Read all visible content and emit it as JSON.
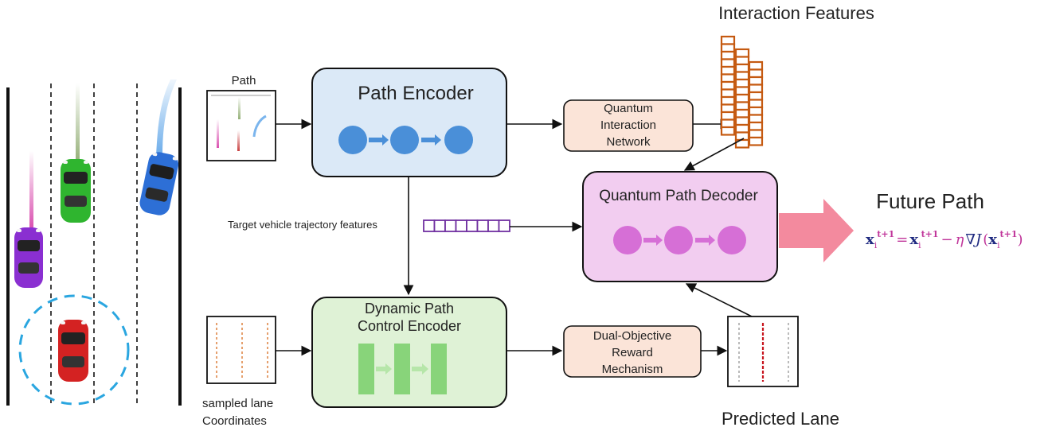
{
  "labels": {
    "interaction_features": "Interaction Features",
    "path": "Path",
    "path_encoder": "Path Encoder",
    "quantum_interaction_network": [
      "Quantum",
      "Interaction",
      "Network"
    ],
    "quantum_path_decoder": "Quantum Path Decoder",
    "future_path": "Future Path",
    "target_vehicle_trajectory_features": "Target vehicle trajectory features",
    "dynamic_path_control_encoder": [
      "Dynamic Path",
      "Control Encoder"
    ],
    "dual_objective_reward_mechanism": [
      "Dual-Objective",
      "Reward",
      "Mechanism"
    ],
    "sampled_lane_coordinates": [
      "sampled lane",
      "Coordinates"
    ],
    "predicted_lane": "Predicted Lane"
  },
  "formula": {
    "bold_x": "x",
    "subscript_i": "i",
    "superscript": "t+1",
    "equals": "=",
    "minus": "−",
    "eta": "η",
    "nabla_j": "∇J",
    "open_paren": "(",
    "close_paren": ")"
  },
  "colors": {
    "path_encoder_fill": "#dbe9f7",
    "path_encoder_nodes": "#4a8fd8",
    "decoder_fill": "#f2cdf0",
    "decoder_nodes": "#d66fd6",
    "control_encoder_fill": "#dff2d6",
    "control_encoder_bars": "#88d47a",
    "peach_boxes": "#fbe4d8",
    "interaction_grid": "#c55a11",
    "trajectory_vector": "#7030a0",
    "future_arrow": "#f38a9e",
    "target_circle": "#2aa6e0",
    "formula_magenta": "#c0359a",
    "formula_navy": "#1f2a80"
  },
  "icons": [
    "purple-car-icon",
    "green-car-icon",
    "blue-car-icon",
    "red-car-icon"
  ]
}
